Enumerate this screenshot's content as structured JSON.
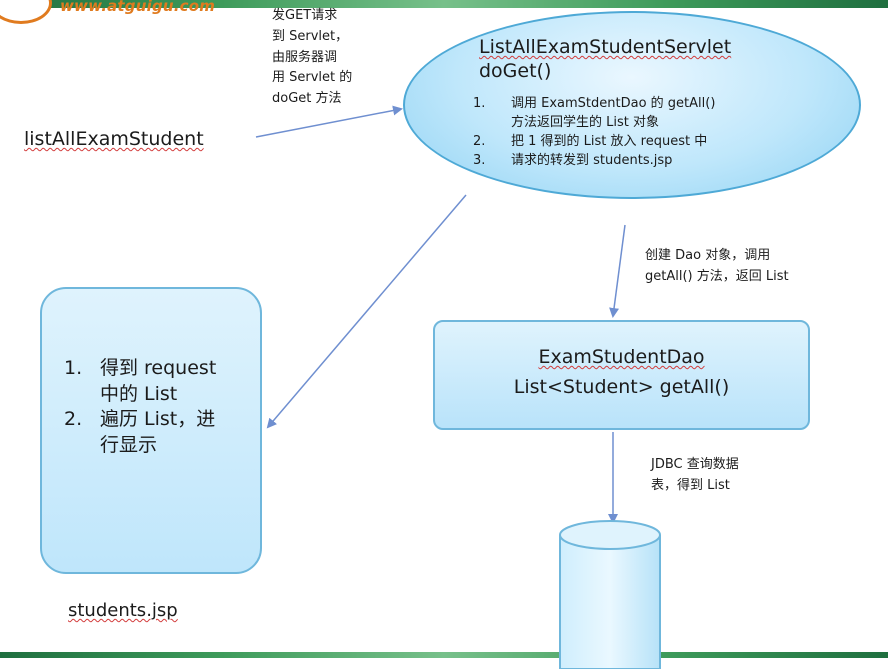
{
  "logo": {
    "text": "www.atguigu.com"
  },
  "request": {
    "name": "listAllExamStudent",
    "note_lines": [
      "发GET请求",
      "到 Servlet，",
      "由服务器调",
      "用 Servlet 的",
      "doGet 方法"
    ]
  },
  "servlet": {
    "title_line1": "ListAllExamStudentServlet",
    "title_line2": "doGet()",
    "steps": [
      {
        "num": "1.",
        "lines": [
          "调用 ExamStdentDao 的 getAll()",
          "方法返回学生的 List 对象"
        ]
      },
      {
        "num": "2.",
        "lines": [
          "把 1 得到的 List 放入 request 中"
        ]
      },
      {
        "num": "3.",
        "lines": [
          "请求的转发到 students.jsp"
        ]
      }
    ]
  },
  "dao_note": {
    "lines": [
      "创建 Dao 对象，调用",
      "getAll() 方法，返回 List"
    ]
  },
  "dao": {
    "title": "ExamStudentDao",
    "method": "List<Student> getAll()"
  },
  "jdbc_note": {
    "lines": [
      "JDBC 查询数据",
      "表，得到 List"
    ]
  },
  "jsp": {
    "steps": [
      {
        "num": "1.",
        "lines": [
          "得到 request",
          "中的 List"
        ]
      },
      {
        "num": "2.",
        "lines": [
          "遍历 List，进",
          "行显示"
        ]
      }
    ],
    "label": "students.jsp"
  },
  "colors": {
    "shape_fill": "#bfe6fb",
    "shape_border": "#6fb7dc",
    "arrow": "#6f8fd0",
    "logo": "#e07b1f",
    "frame": "#3e9b5b"
  }
}
